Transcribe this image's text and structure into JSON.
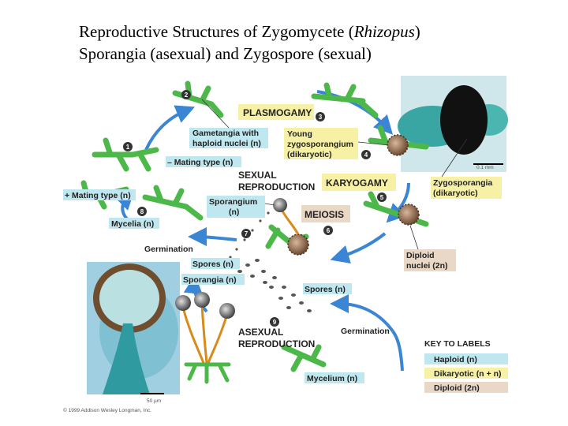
{
  "title": {
    "line1_prefix": "Reproductive Structures of Zygomycete (",
    "line1_italic": "Rhizopus",
    "line1_suffix": ")",
    "line2": "Sporangia (asexual) and Zygospore (sexual)"
  },
  "labels": {
    "plasmogamy": "PLASMOGAMY",
    "karyogamy": "KARYOGAMY",
    "meiosis": "MEIOSIS",
    "sexual_1": "SEXUAL",
    "sexual_2": "REPRODUCTION",
    "asexual_1": "ASEXUAL",
    "asexual_2": "REPRODUCTION",
    "gametangia_1": "Gametangia with",
    "gametangia_2": "haploid nuclei (n)",
    "young_1": "Young",
    "young_2": "zygosporangium",
    "young_3": "(dikaryotic)",
    "mating_minus": "– Mating type (n)",
    "mating_plus": "+ Mating type (n)",
    "sporangium_1": "Sporangium",
    "sporangium_2": "(n)",
    "mycelia": "Mycelia (n)",
    "germination_1": "Germination",
    "germination_2": "Germination",
    "spores_1": "Spores (n)",
    "spores_2": "Spores (n)",
    "sporangia": "Sporangia (n)",
    "zygo_1": "Zygosporangia",
    "zygo_2": "(dikaryotic)",
    "diploid_1": "Diploid",
    "diploid_2": "nuclei (2n)",
    "mycelium": "Mycelium (n)",
    "scale_top": "0.1 mm",
    "scale_bottom": "50 µm",
    "copyright": "© 1999 Addison Wesley Longman, Inc."
  },
  "steps": [
    "1",
    "2",
    "3",
    "4",
    "5",
    "6",
    "7",
    "8",
    "9"
  ],
  "key": {
    "heading": "KEY TO LABELS",
    "haploid": "Haploid (n)",
    "dikaryotic": "Dikaryotic (n + n)",
    "diploid": "Diploid (2n)"
  },
  "colors": {
    "hypha": "#4db84a",
    "arrow": "#3a86d4",
    "haploid_bg": "#bfe7ef",
    "dikaryotic_bg": "#f7f1a6",
    "diploid_bg": "#ead8c6",
    "micrograph_bg": "#5ab7be"
  }
}
